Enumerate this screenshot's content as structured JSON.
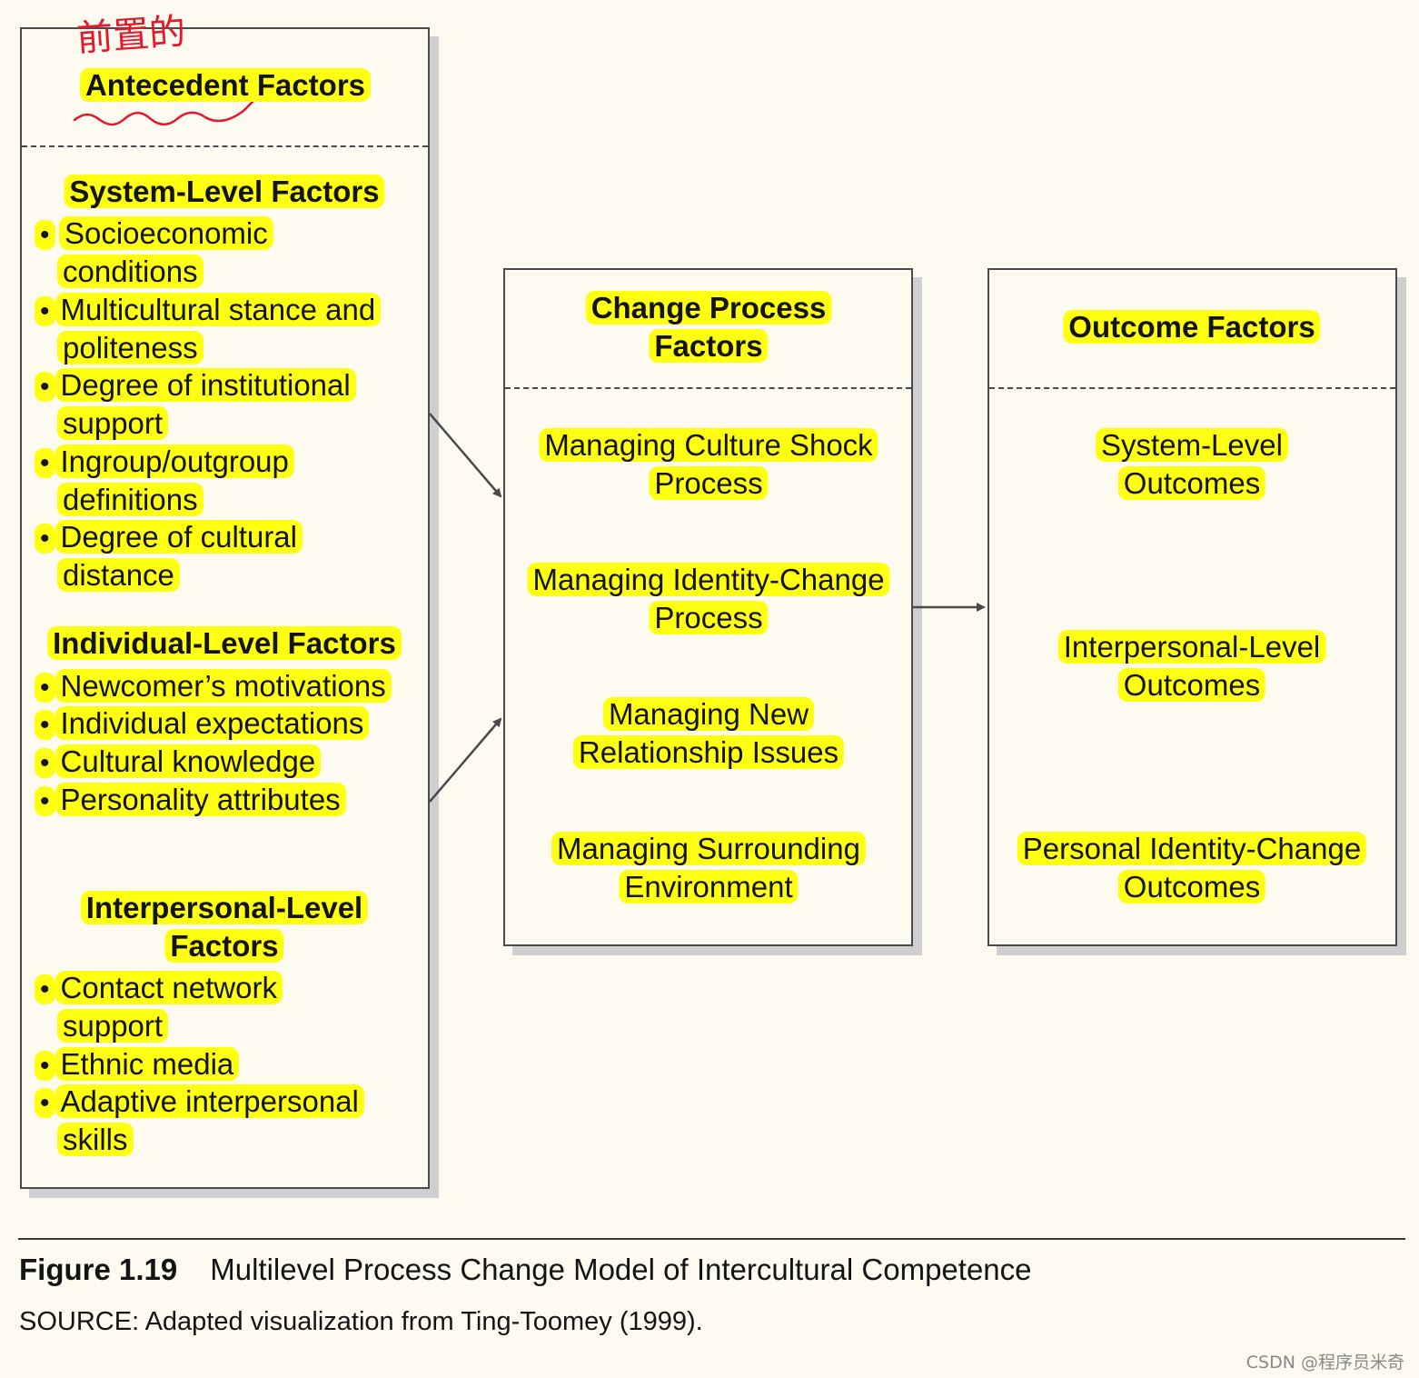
{
  "antecedent": {
    "title": "Antecedent Factors",
    "handwritten_note": "前置的",
    "system": {
      "heading": "System-Level Factors",
      "items": [
        [
          "Socioeconomic",
          "conditions"
        ],
        [
          "Multicultural stance and",
          "politeness"
        ],
        [
          "Degree of institutional",
          "support"
        ],
        [
          "Ingroup/outgroup",
          "definitions"
        ],
        [
          "Degree of cultural",
          "distance"
        ]
      ]
    },
    "individual": {
      "heading": "Individual-Level Factors",
      "items": [
        [
          "Newcomer’s motivations"
        ],
        [
          "Individual expectations"
        ],
        [
          "Cultural knowledge"
        ],
        [
          "Personality attributes"
        ]
      ]
    },
    "interpersonal": {
      "heading_lines": [
        "Interpersonal-Level",
        "Factors"
      ],
      "items": [
        [
          "Contact network",
          "support"
        ],
        [
          "Ethnic media"
        ],
        [
          "Adaptive interpersonal",
          "skills"
        ]
      ]
    }
  },
  "change": {
    "title_lines": [
      "Change Process",
      "Factors"
    ],
    "items": [
      [
        "Managing Culture Shock",
        "Process"
      ],
      [
        "Managing Identity-Change",
        "Process"
      ],
      [
        "Managing New",
        "Relationship Issues"
      ],
      [
        "Managing Surrounding",
        "Environment"
      ]
    ]
  },
  "outcome": {
    "title": "Outcome Factors",
    "items": [
      [
        "System-Level",
        "Outcomes"
      ],
      [
        "Interpersonal-Level",
        "Outcomes"
      ],
      [
        "Personal Identity-Change",
        "Outcomes"
      ]
    ]
  },
  "caption": {
    "figure_label": "Figure 1.19",
    "text": "Multilevel Process Change Model of Intercultural Competence",
    "source": "SOURCE: Adapted visualization from Ting-Toomey (1999)."
  },
  "watermark": "CSDN @程序员米奇",
  "colors": {
    "highlight": "#ffff12",
    "background": "#fdfbf0",
    "annotation": "#e8162a"
  }
}
